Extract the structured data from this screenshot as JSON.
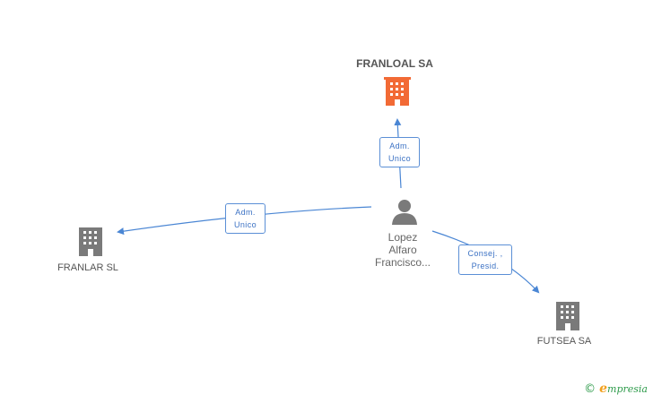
{
  "colors": {
    "main_company": "#f26a35",
    "company": "#7a7a7a",
    "person": "#7a7a7a",
    "edge": "#4a86d4",
    "edge_label_text": "#3c72c4",
    "brand": "#2e9b4b"
  },
  "nodes": {
    "main_company": {
      "name": "FRANLOAL SA",
      "icon": "building-icon"
    },
    "company_left": {
      "name": "FRANLAR SL",
      "icon": "building-icon"
    },
    "company_right": {
      "name": "FUTSEA SA",
      "icon": "building-icon"
    },
    "person": {
      "name_line1": "Lopez",
      "name_line2": "Alfaro",
      "name_line3": "Francisco...",
      "icon": "person-icon"
    }
  },
  "edges": {
    "to_main": {
      "line1": "Adm.",
      "line2": "Unico"
    },
    "to_left": {
      "line1": "Adm.",
      "line2": "Unico"
    },
    "to_right": {
      "line1": "Consej. ,",
      "line2": "Presid."
    }
  },
  "brand": {
    "copyright": "©",
    "initial": "e",
    "name": "mpresia"
  }
}
